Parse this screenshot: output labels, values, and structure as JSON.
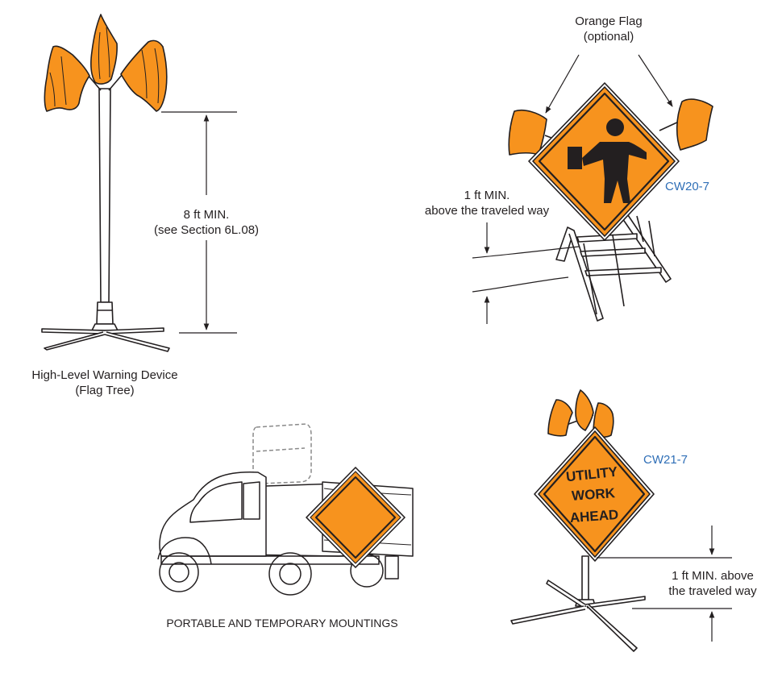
{
  "colors": {
    "sign_orange": "#f7931e",
    "outline": "#231f20",
    "code_blue": "#2f6fb7",
    "dashed": "#8a8a8a"
  },
  "flag_tree": {
    "height_line1": "8 ft MIN.",
    "height_line2": "(see Section 6L.08)",
    "caption_line1": "High-Level Warning Device",
    "caption_line2": "(Flag Tree)"
  },
  "flagger_sign": {
    "flag_line1": "Orange Flag",
    "flag_line2": "(optional)",
    "clearance_line1": "1 ft MIN.",
    "clearance_line2": "above the traveled way",
    "code": "CW20-7",
    "symbol": "flagger-symbol-icon"
  },
  "truck": {
    "caption": "PORTABLE AND TEMPORARY MOUNTINGS"
  },
  "utility_sign": {
    "line1": "UTILITY",
    "line2": "WORK",
    "line3": "AHEAD",
    "code": "CW21-7",
    "clearance_line1": "1 ft MIN. above",
    "clearance_line2": "the traveled way"
  }
}
